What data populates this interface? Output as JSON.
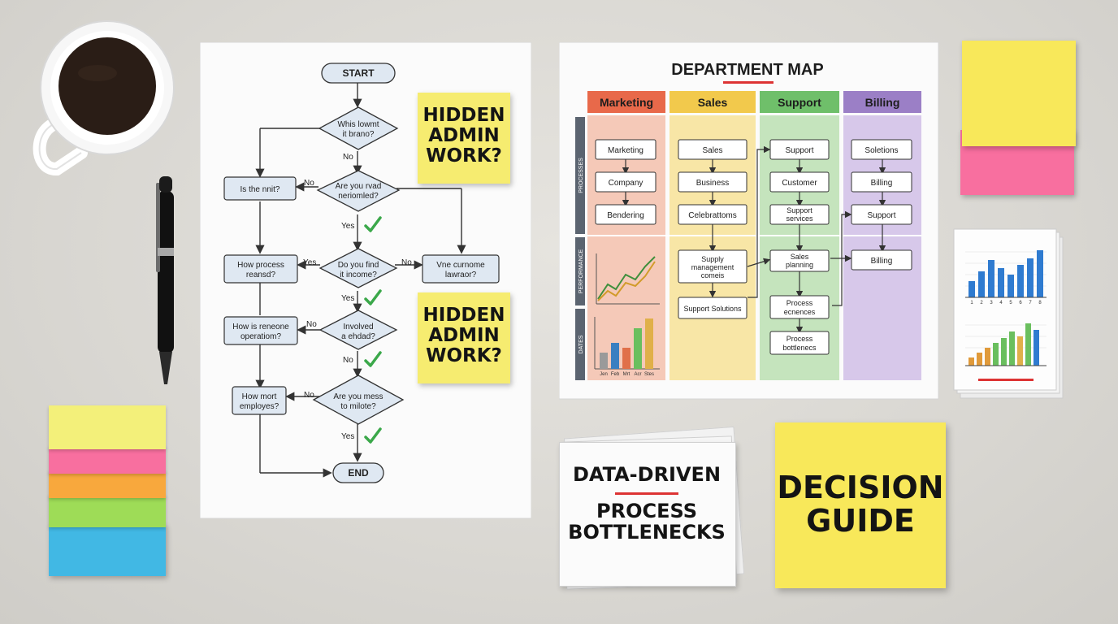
{
  "flowchart": {
    "start": "START",
    "end": "END",
    "d1": [
      "Whis lowmt",
      "it brano?"
    ],
    "d2": [
      "Are you rvad",
      "neriomled?"
    ],
    "d3": [
      "Do you find",
      "it income?"
    ],
    "d4": [
      "Involved",
      "a ehdad?"
    ],
    "d5": [
      "Are you mess",
      "to milote?"
    ],
    "b1": [
      "Is  the nnit?"
    ],
    "b2": [
      "How process",
      "reansd?"
    ],
    "b3": [
      "How is reneone",
      "operatiom?"
    ],
    "b4": [
      "How mort",
      "employes?"
    ],
    "b5": [
      "Vne curnome",
      "lawraor?"
    ],
    "labels": {
      "no": "No",
      "yes": "Yes"
    }
  },
  "sticky_notes": {
    "hidden_admin_1": [
      "HIDDEN",
      "ADMIN",
      "WORK?"
    ],
    "hidden_admin_2": [
      "HIDDEN",
      "ADMIN",
      "WORK?"
    ],
    "decision_guide": [
      "DECISION",
      "GUIDE"
    ]
  },
  "department_map": {
    "title": "DEPARTMENT MAP",
    "columns": [
      {
        "name": "Marketing",
        "color": "#e8694a",
        "bg": "#f5c9b8"
      },
      {
        "name": "Sales",
        "color": "#f2c94c",
        "bg": "#f8e6a6"
      },
      {
        "name": "Support",
        "color": "#6fbf6a",
        "bg": "#c5e4bd"
      },
      {
        "name": "Billing",
        "color": "#9b7fc6",
        "bg": "#d7c8ea"
      }
    ],
    "side_labels": [
      "PROCESSES",
      "PERFORMANCE",
      "DATES"
    ],
    "marketing_boxes": [
      "Marketing",
      "Company",
      "Bendering"
    ],
    "sales_boxes": [
      "Sales",
      "Business",
      "Celebrattoms",
      [
        "Supply",
        "management",
        "comeis"
      ],
      "Support Solutions"
    ],
    "support_boxes": [
      "Support",
      "Customer",
      [
        "Support",
        "services"
      ],
      [
        "Sales",
        "planning"
      ],
      [
        "Process",
        "ecnences"
      ],
      [
        "Process",
        "bottlenecs"
      ]
    ],
    "billing_boxes": [
      "Soletions",
      "Billing",
      "Support",
      "Billing"
    ],
    "bar_axis": [
      "Jen",
      "Feb",
      "Mrt",
      "Acr",
      "Stes"
    ]
  },
  "cards": {
    "line1": "DATA-DRIVEN",
    "line2": "PROCESS",
    "line3": "BOTTLENECKS"
  },
  "chart_cards": {
    "axis": [
      "1",
      "2",
      "3",
      "4",
      "5",
      "6",
      "7",
      "8"
    ]
  }
}
